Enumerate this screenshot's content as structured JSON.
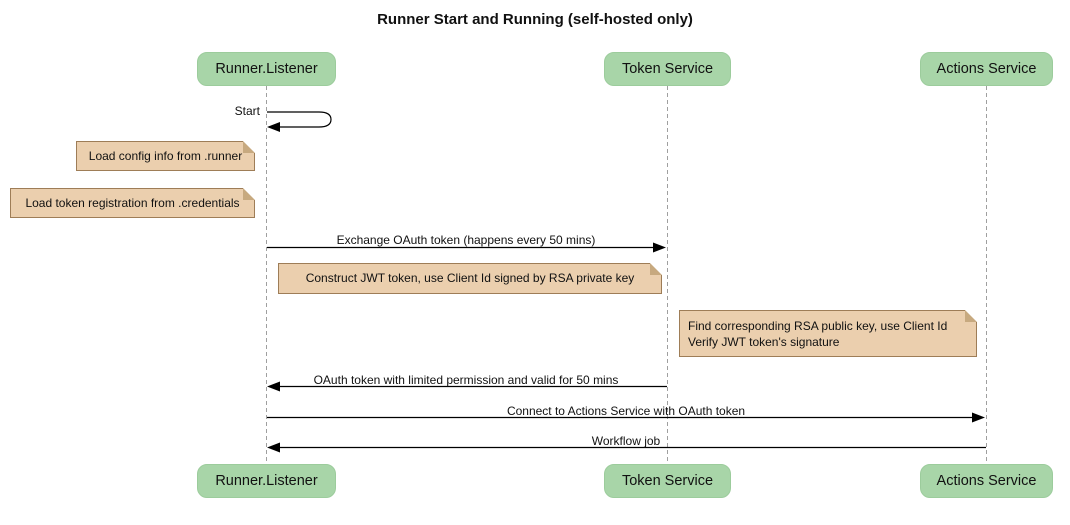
{
  "title": "Runner Start and Running (self-hosted only)",
  "actors": [
    {
      "id": "runner-listener",
      "label": "Runner.Listener"
    },
    {
      "id": "token-service",
      "label": "Token Service"
    },
    {
      "id": "actions-service",
      "label": "Actions Service"
    }
  ],
  "messages": [
    {
      "label": "Start",
      "from": "Runner.Listener",
      "to": "Runner.Listener",
      "kind": "self-arrow"
    },
    {
      "label": "Exchange OAuth token (happens every 50 mins)",
      "from": "Runner.Listener",
      "to": "Token Service",
      "kind": "solid-arrow"
    },
    {
      "label": "OAuth token with limited permission and valid for 50 mins",
      "from": "Token Service",
      "to": "Runner.Listener",
      "kind": "solid-arrow"
    },
    {
      "label": "Connect to Actions Service with OAuth token",
      "from": "Runner.Listener",
      "to": "Actions Service",
      "kind": "solid-arrow"
    },
    {
      "label": "Workflow job",
      "from": "Actions Service",
      "to": "Runner.Listener",
      "kind": "solid-arrow"
    }
  ],
  "notes": [
    {
      "text": "Load config info from .runner",
      "position": "left of Runner.Listener"
    },
    {
      "text": "Load token registration from .credentials",
      "position": "left of Runner.Listener"
    },
    {
      "text": "Construct JWT token, use Client Id signed by RSA private key",
      "position": "over Runner.Listener and Token Service"
    },
    {
      "lines": [
        "Find corresponding RSA public key, use Client Id",
        "Verify JWT token's signature"
      ],
      "position": "over Token Service and Actions Service"
    }
  ],
  "colors": {
    "background": "#ffffff",
    "actor_fill": "#a8d5a8",
    "actor_border": "#9ccc9c",
    "note_fill": "#ebcfae",
    "note_border": "#9e7d57",
    "lifeline": "#9f9f9f",
    "message_line": "#000000",
    "text": "#111111"
  }
}
